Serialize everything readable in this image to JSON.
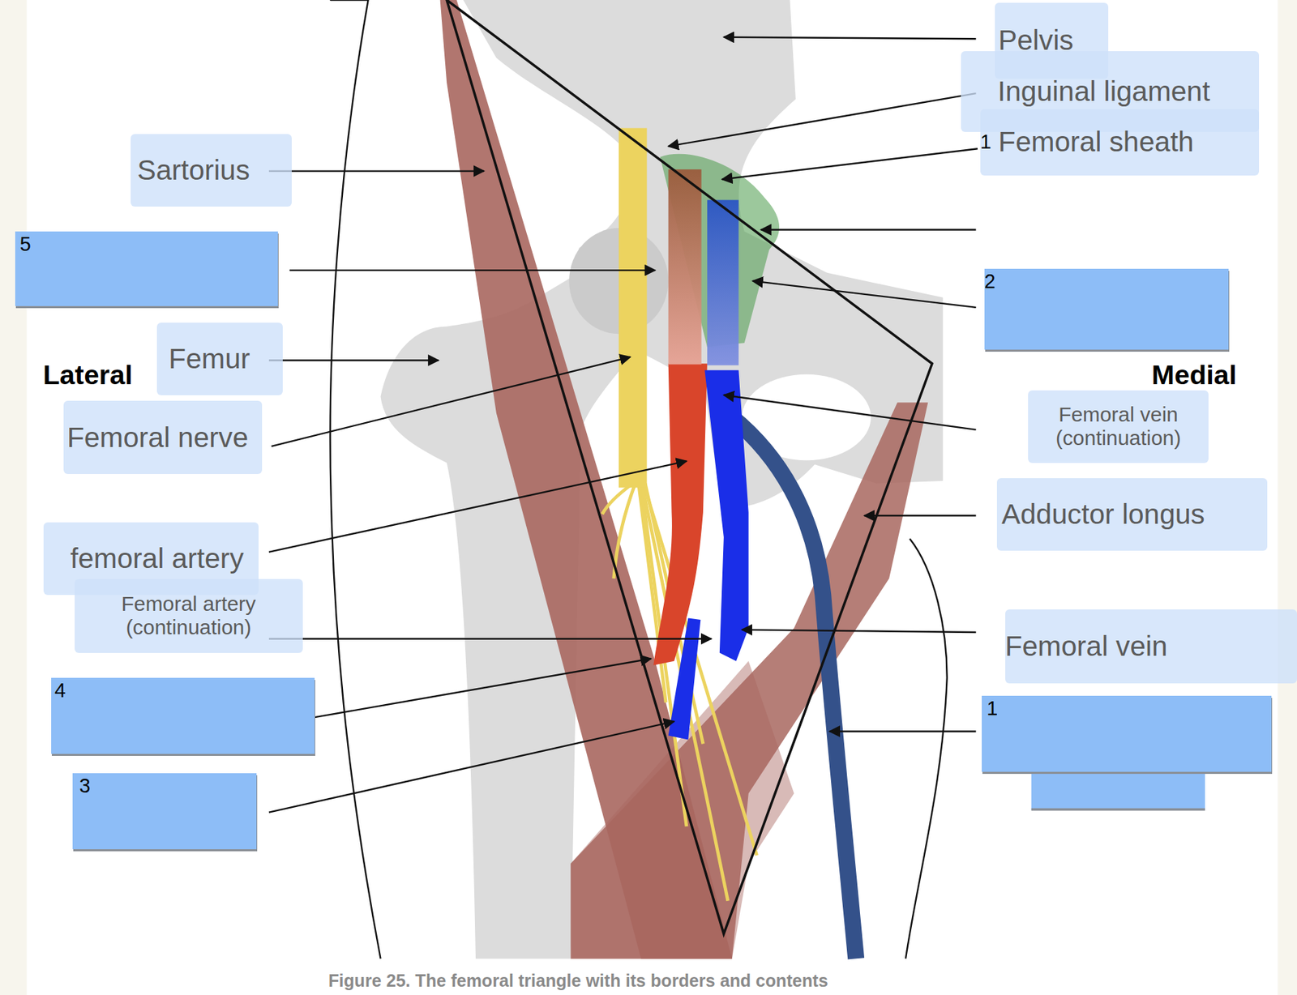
{
  "diagram": {
    "caption": "Figure 25. The femoral triangle with its borders and contents",
    "nodes": [
      {
        "text": [
          "Pelvis"
        ]
      },
      {
        "text": [
          "Inguinal ligament"
        ]
      },
      {
        "text": [
          "Femoral sheath"
        ]
      },
      {
        "text": [
          "Sartorius"
        ]
      },
      {
        "text": [
          "5"
        ]
      },
      {
        "text": [
          "2"
        ]
      },
      {
        "text": [
          "Femur"
        ]
      },
      {
        "text": [
          "Femoral nerve"
        ]
      },
      {
        "text": [
          "Femoral vein (continuation)"
        ]
      },
      {
        "text": [
          "Adductor longus"
        ]
      },
      {
        "text": [
          "femoral artery"
        ]
      },
      {
        "text": [
          "Femoral artery (continuation)"
        ]
      },
      {
        "text": [
          "Femoral vein"
        ]
      },
      {
        "text": [
          "4"
        ]
      },
      {
        "text": [
          "1"
        ]
      },
      {
        "text": [
          "3"
        ]
      }
    ],
    "labels": [
      "1",
      "Lateral",
      "Medial"
    ]
  }
}
